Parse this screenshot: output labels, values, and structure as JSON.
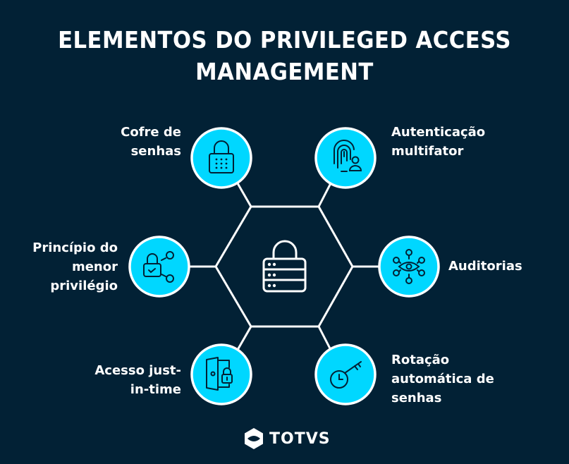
{
  "title": "ELEMENTOS DO PRIVILEGED ACCESS MANAGEMENT",
  "title_lines": [
    "ELEMENTOS DO PRIVILEGED ACCESS",
    "MANAGEMENT"
  ],
  "center": {
    "icon": "server-lock-icon"
  },
  "elements": [
    {
      "id": "cofre",
      "label_lines": [
        "Cofre de",
        "senhas"
      ],
      "label": "Cofre de senhas",
      "icon": "padlock-keypad-icon",
      "position": "top-left"
    },
    {
      "id": "mfa",
      "label_lines": [
        "Autenticação",
        "multifator"
      ],
      "label": "Autenticação multifator",
      "icon": "fingerprint-user-icon",
      "position": "top-right"
    },
    {
      "id": "menor-privilegio",
      "label_lines": [
        "Princípio do",
        "menor",
        "privilégio"
      ],
      "label": "Princípio do menor privilégio",
      "icon": "lock-check-share-icon",
      "position": "middle-left"
    },
    {
      "id": "auditorias",
      "label_lines": [
        "Auditorias"
      ],
      "label": "Auditorias",
      "icon": "eye-network-icon",
      "position": "middle-right"
    },
    {
      "id": "jit",
      "label_lines": [
        "Acesso just-",
        "in-time"
      ],
      "label": "Acesso just-in-time",
      "icon": "door-lock-icon",
      "position": "bottom-left"
    },
    {
      "id": "rotacao",
      "label_lines": [
        "Rotação",
        "automática de",
        "senhas"
      ],
      "label": "Rotação automática de senhas",
      "icon": "clock-key-icon",
      "position": "bottom-right"
    }
  ],
  "brand": {
    "name": "TOTVS"
  },
  "colors": {
    "background": "#022135",
    "circle_fill": "#00D7FF",
    "stroke": "#FFFFFF",
    "icon_stroke": "#022135"
  }
}
